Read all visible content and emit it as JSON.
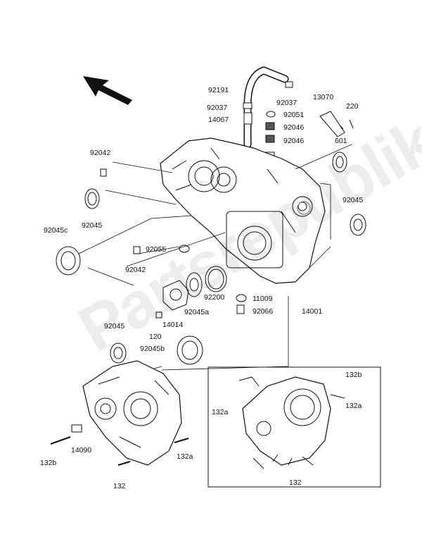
{
  "labels": {
    "p92191": "92191",
    "p92037a": "92037",
    "p92037b": "92037",
    "p13070": "13070",
    "p220": "220",
    "p92051": "92051",
    "p14067": "14067",
    "p92046a": "92046",
    "p92046b": "92046",
    "p92042a": "92042",
    "p601": "601",
    "p92045a": "92045",
    "p92045b": "92045",
    "p92045c": "92045c",
    "p92055": "92055",
    "p92042b": "92042",
    "p92200": "92200",
    "p11009": "11009",
    "p92066": "92066",
    "p14001": "14001",
    "p14014": "14014",
    "p92045a2": "92045a",
    "p120": "120",
    "p92045d": "92045",
    "p92045b2": "92045b",
    "p132b_top": "132b",
    "p132a_l": "132a",
    "p132a_r": "132a",
    "p14090": "14090",
    "p132b_bot": "132b",
    "p132a_bot": "132a",
    "p132_bot": "132",
    "p132_inset": "132"
  },
  "watermark": "Partsrepublik",
  "icons": {
    "direction_arrow": "arrow-up-left-icon"
  }
}
